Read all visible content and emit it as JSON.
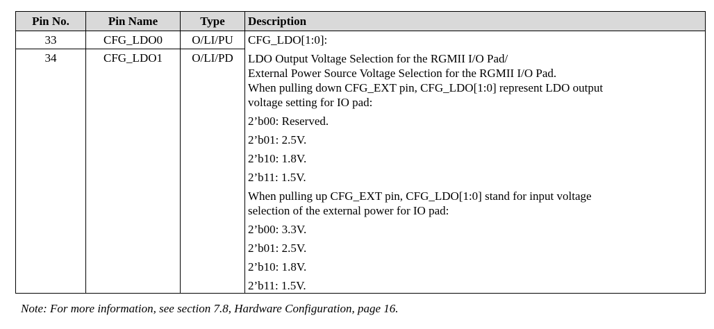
{
  "table": {
    "headers": [
      "Pin No.",
      "Pin Name",
      "Type",
      "Description"
    ],
    "rows": [
      {
        "pin_no": "33",
        "pin_name": "CFG_LDO0",
        "type": "O/LI/PU"
      },
      {
        "pin_no": "34",
        "pin_name": "CFG_LDO1",
        "type": "O/LI/PD"
      }
    ],
    "description": {
      "title": "CFG_LDO[1:0]:",
      "l1": "LDO Output Voltage Selection for the RGMII I/O Pad/",
      "l2": "External Power Source Voltage Selection for the RGMII I/O Pad.",
      "l3": "When pulling down CFG_EXT pin, CFG_LDO[1:0] represent LDO output",
      "l4": "voltage setting for IO pad:",
      "down_values": [
        "2’b00: Reserved.",
        "2’b01: 2.5V.",
        "2’b10: 1.8V.",
        "2’b11: 1.5V."
      ],
      "l5": "When pulling up CFG_EXT pin, CFG_LDO[1:0] stand for input voltage",
      "l6": "selection of the external power for IO pad:",
      "up_values": [
        "2’b00: 3.3V.",
        "2’b01: 2.5V.",
        "2’b10: 1.8V.",
        "2’b11: 1.5V."
      ]
    }
  },
  "note": "Note: For more information, see section 7.8, Hardware Configuration, page 16."
}
